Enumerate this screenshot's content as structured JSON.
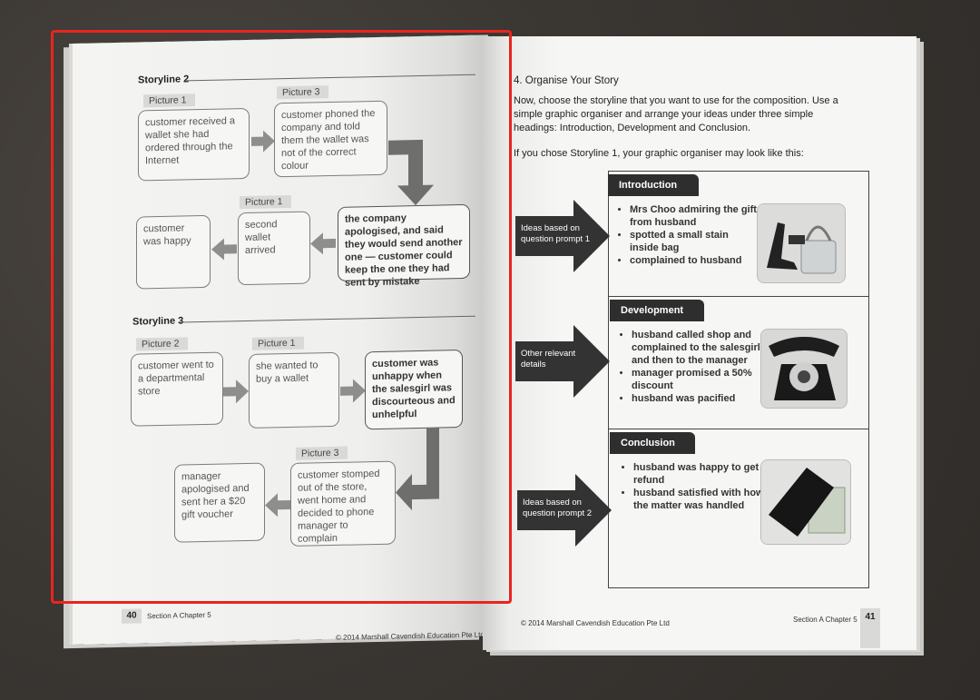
{
  "left_page": {
    "storyline2": {
      "title": "Storyline 2",
      "picture1_tag": "Picture 1",
      "picture3_tag": "Picture 3",
      "picture1b_tag": "Picture 1",
      "box1": "customer received a wallet she had ordered through the Internet",
      "box2": "customer phoned the company and told them the wallet was not of the correct colour",
      "box3": "the company apologised, and said they would send another one — customer could keep the one they had sent by mistake",
      "box4": "second wallet arrived",
      "box5": "customer was happy"
    },
    "storyline3": {
      "title": "Storyline 3",
      "picture2_tag": "Picture 2",
      "picture1_tag": "Picture 1",
      "picture3_tag": "Picture 3",
      "box1": "customer went to a departmental store",
      "box2": "she wanted to buy a wallet",
      "box3": "customer was unhappy when the salesgirl was discourteous and unhelpful",
      "box4": "customer stomped out of the store, went home and decided to phone manager to complain",
      "box5": "manager apologised and sent her a $20 gift voucher"
    },
    "footer": {
      "page_number": "40",
      "section": "Section A  Chapter 5",
      "copyright": "© 2014 Marshall Cavendish Education Pte Ltd"
    }
  },
  "right_page": {
    "heading": "4.  Organise Your Story",
    "para1": "Now, choose the storyline that you want to use for the composition. Use a simple graphic organiser and arrange your ideas under three simple headings: Introduction, Development and Conclusion.",
    "para2": "If you chose Storyline 1, your graphic organiser may look like this:",
    "sections": [
      {
        "header": "Introduction",
        "arrow_label": "Ideas based on question prompt 1",
        "bullets": [
          "Mrs Choo admiring the gift from husband",
          "spotted a small stain inside bag",
          "complained to husband"
        ],
        "photo": "handbag-photo"
      },
      {
        "header": "Development",
        "arrow_label": "Other relevant details",
        "bullets": [
          "husband called shop and complained to the salesgirl, and then to the manager",
          "manager promised a 50% discount",
          "husband was pacified"
        ],
        "photo": "telephone-photo"
      },
      {
        "header": "Conclusion",
        "arrow_label": "Ideas based on question prompt 2",
        "bullets": [
          "husband was happy to get a refund",
          "husband satisfied with how the matter was handled"
        ],
        "photo": "wallet-photo"
      }
    ],
    "footer": {
      "copyright": "© 2014 Marshall Cavendish Education Pte Ltd",
      "section": "Section A  Chapter 5",
      "page_number": "41"
    }
  },
  "colors": {
    "highlight": "#e8251f",
    "header_bg": "#2e2e2e",
    "tag_bg": "#d9d9d7"
  }
}
